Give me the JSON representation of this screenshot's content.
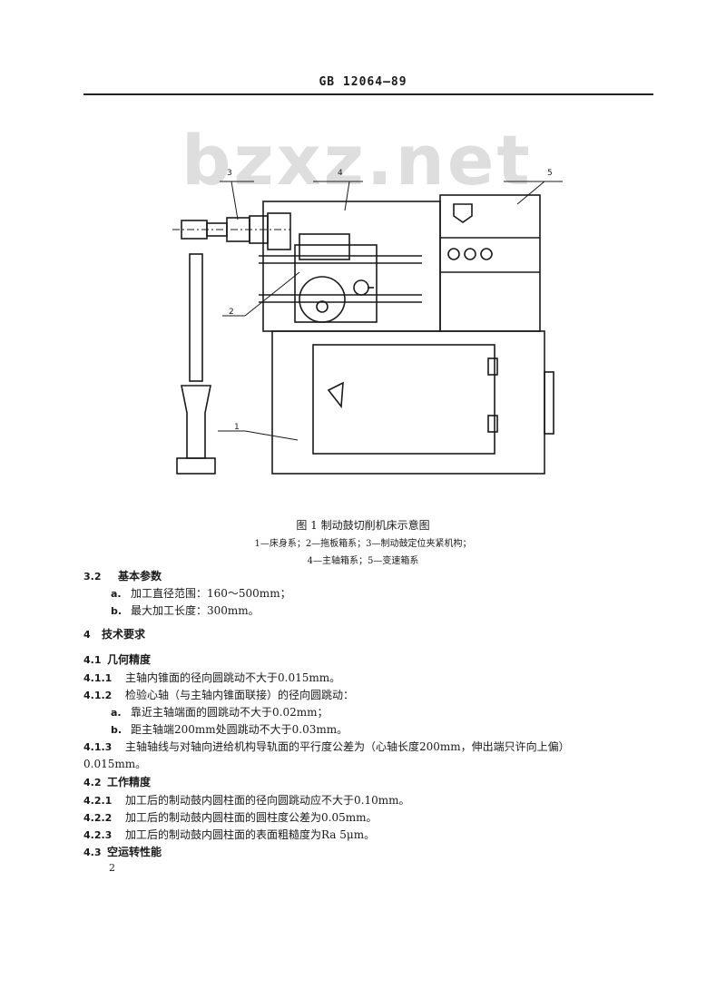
{
  "header": "GB 12064—89",
  "watermark": "bzxz.net",
  "figure": {
    "labels": [
      "1",
      "2",
      "3",
      "4",
      "5"
    ],
    "title": "图 1  制动鼓切削机床示意图",
    "legend_line1": "1—床身系；2—拖板箱系；3—制动鼓定位夹紧机构；",
    "legend_line2": "4—主轴箱系；5—变速箱系"
  },
  "sec_3_2": {
    "num": "3.2",
    "title": "基本参数",
    "items": [
      {
        "mark": "a.",
        "text": "加工直径范围：160～500mm；"
      },
      {
        "mark": "b.",
        "text": "最大加工长度：300mm。"
      }
    ]
  },
  "sec_4": {
    "num": "4",
    "title": "技术要求"
  },
  "sec_4_1": {
    "num": "4.1",
    "title": "几何精度",
    "i1": {
      "num": "4.1.1",
      "text": "主轴内锥面的径向圆跳动不大于0.015mm。"
    },
    "i2": {
      "num": "4.1.2",
      "text": "检验心轴（与主轴内锥面联接）的径向圆跳动：",
      "a": {
        "mark": "a.",
        "text": "靠近主轴端面的圆跳动不大于0.02mm；"
      },
      "b": {
        "mark": "b.",
        "text": "距主轴端200mm处圆跳动不大于0.03mm。"
      }
    },
    "i3": {
      "num": "4.1.3",
      "text": "主轴轴线与对轴向进给机构导轨面的平行度公差为（心轴长度200mm，伸出端只许向上偏）",
      "cont": "0.015mm。"
    }
  },
  "sec_4_2": {
    "num": "4.2",
    "title": "工作精度",
    "i1": {
      "num": "4.2.1",
      "text": "加工后的制动鼓内圆柱面的径向圆跳动应不大于0.10mm。"
    },
    "i2": {
      "num": "4.2.2",
      "text": "加工后的制动鼓内圆柱面的圆柱度公差为0.05mm。"
    },
    "i3": {
      "num": "4.2.3",
      "text": "加工后的制动鼓内圆柱面的表面粗糙度为Ra 5μm。"
    }
  },
  "sec_4_3": {
    "num": "4.3",
    "title": "空运转性能"
  },
  "page_number": "2"
}
